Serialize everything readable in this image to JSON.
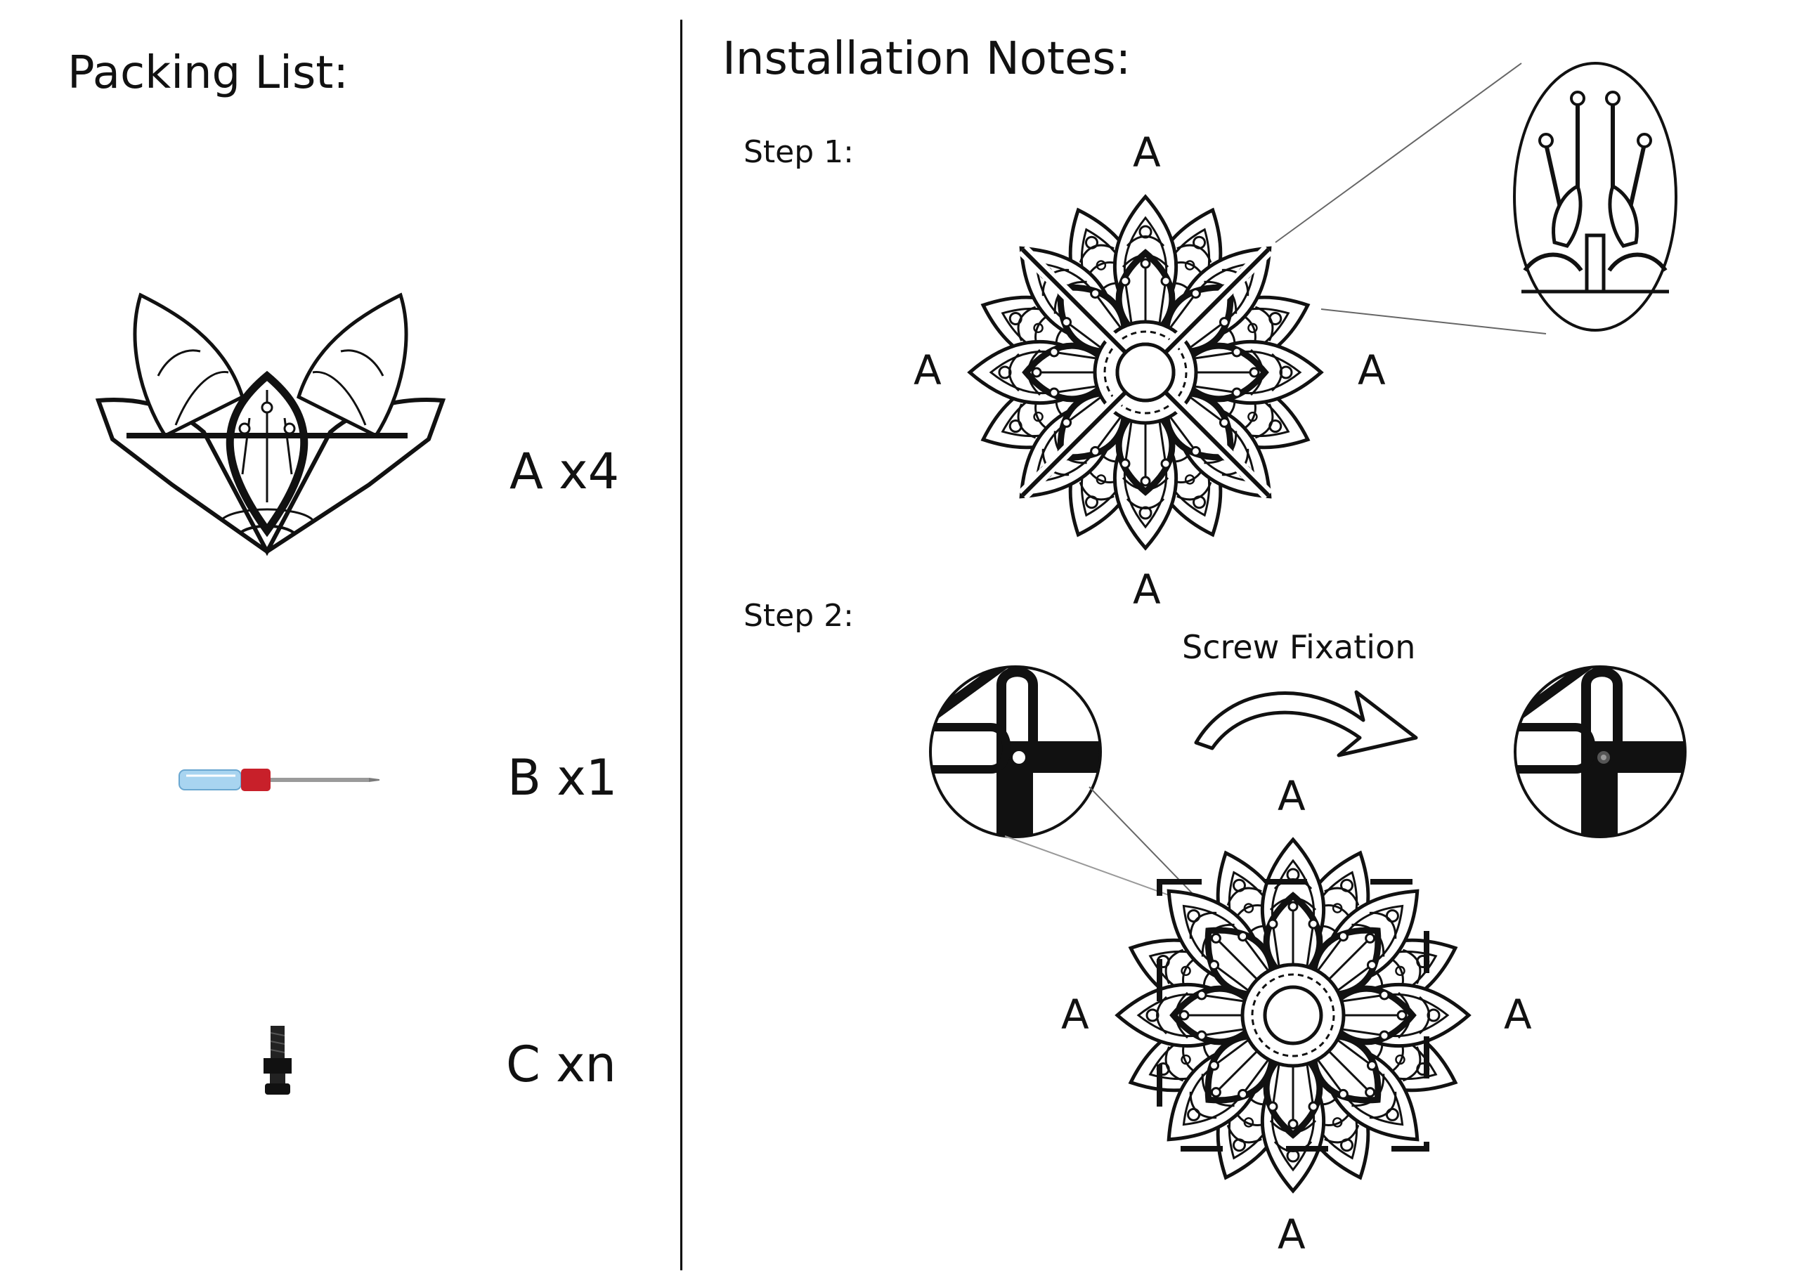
{
  "packing_list": {
    "title": "Packing List:",
    "items": [
      {
        "label": "A x4",
        "icon": "mandala-quarter-icon"
      },
      {
        "label": "B x1",
        "icon": "screwdriver-icon"
      },
      {
        "label": "C xn",
        "icon": "screw-icon"
      }
    ]
  },
  "installation": {
    "title": "Installation Notes:",
    "step1": {
      "label": "Step 1:",
      "part_labels": [
        "A",
        "A",
        "A",
        "A"
      ]
    },
    "step2": {
      "label": "Step 2:",
      "part_labels": [
        "A",
        "A",
        "A",
        "A"
      ],
      "arrow_label": "Screw Fixation"
    }
  },
  "colors": {
    "line": "#111111",
    "screwdriver_handle": "#a8d4f0",
    "screwdriver_collar": "#c8202a"
  }
}
